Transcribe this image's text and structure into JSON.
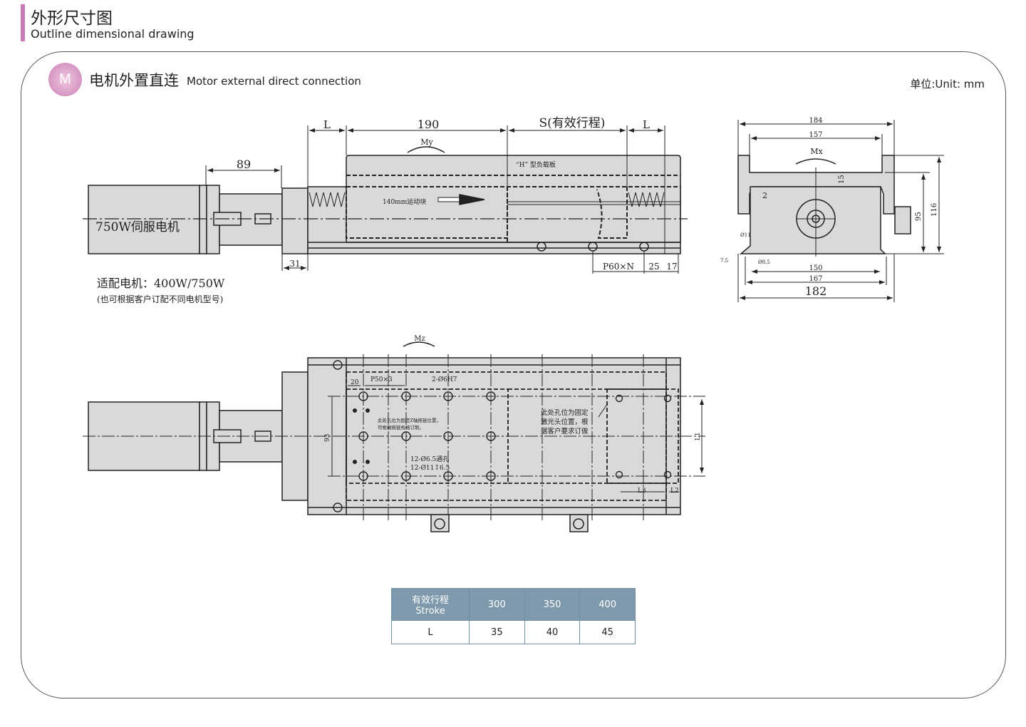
{
  "header": {
    "title_cn": "外形尺寸图",
    "title_en": "Outline dimensional drawing"
  },
  "section": {
    "badge": "M",
    "title_cn": "电机外置直连",
    "title_en": "Motor external direct connection",
    "unit": "单位:Unit: mm"
  },
  "side_view": {
    "dim_L": "L",
    "dim_190": "190",
    "dim_S": "S(有效行程)",
    "dim_L2": "L",
    "dim_89": "89",
    "moment_my": "My",
    "plate_label": "“H” 型负载板",
    "block_label": "140mm运动块",
    "motor_label": "750W伺服电机",
    "dim_31": "31",
    "dim_p60": "P60×N",
    "dim_25": "25",
    "dim_17": "17"
  },
  "motor_note": {
    "line1": "适配电机：400W/750W",
    "line2": "(也可根据客户订配不同电机型号)"
  },
  "end_view": {
    "dim_184": "184",
    "dim_157": "157",
    "moment_mx": "Mx",
    "dim_15": "15",
    "dim_2": "2",
    "dim_95": "95",
    "dim_116": "116",
    "dim_d11": "Ø11",
    "dim_75": "7.5",
    "dim_d85": "Ø8.5",
    "dim_150": "150",
    "dim_167": "167",
    "dim_182": "182"
  },
  "top_view": {
    "moment_mz": "Mz",
    "dim_20": "20",
    "dim_p50": "P50×3",
    "dim_pin": "2-Ø6H7",
    "dim_93": "93",
    "note_pin": "此处孔位为固定Z轴拖链位置，",
    "note_pin2": "可根据拖链规格订制。",
    "holes": "12-Ø6.5通孔",
    "holes2": "12-Ø11↧6.5",
    "note_laser1": "此处孔位为固定",
    "note_laser2": "激光头位置，根",
    "note_laser3": "据客户要求订做",
    "dim_L1": "L1",
    "dim_L2": "L2",
    "dim_L3": "L3"
  },
  "stroke_table": {
    "header_cn": "有效行程",
    "header_en": "Stroke",
    "strokes": [
      "300",
      "350",
      "400"
    ],
    "row_label": "L",
    "values": [
      "35",
      "40",
      "45"
    ]
  },
  "colors": {
    "accent": "#c87bb3",
    "table_header": "#7d99ab",
    "part_fill": "#d9d9d9"
  }
}
